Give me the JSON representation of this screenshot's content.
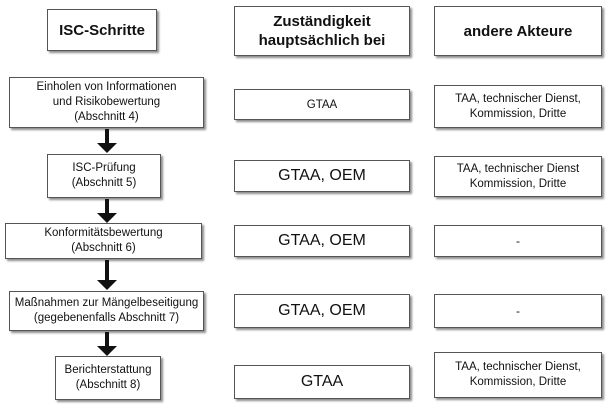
{
  "headers": {
    "steps": "ISC-Schritte",
    "responsibility": "Zuständigkeit\nhauptsächlich bei",
    "others": "andere Akteure"
  },
  "rows": [
    {
      "step": "Einholen von Informationen\nund Risikobewertung\n(Abschnitt 4)",
      "responsibility": "GTAA",
      "others": "TAA, technischer Dienst,\nKommission, Dritte"
    },
    {
      "step": "ISC-Prüfung\n(Abschnitt 5)",
      "responsibility": "GTAA, OEM",
      "others": "TAA, technischer Dienst\nKommission, Dritte"
    },
    {
      "step": "Konformitätsbewertung\n(Abschnitt 6)",
      "responsibility": "GTAA, OEM",
      "others": "-"
    },
    {
      "step": "Maßnahmen zur Mängelbeseitigung\n(gegebenenfalls Abschnitt 7)",
      "responsibility": "GTAA, OEM",
      "others": "-"
    },
    {
      "step": "Berichterstattung\n(Abschnitt 8)",
      "responsibility": "GTAA",
      "others": "TAA, technischer Dienst,\nKommission, Dritte"
    }
  ]
}
